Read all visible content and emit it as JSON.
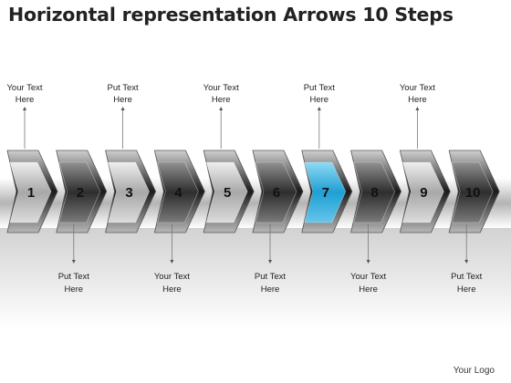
{
  "title": "Horizontal representation Arrows 10 Steps",
  "logo_text": "Your Logo",
  "colors": {
    "highlight": "#2fa8d8",
    "arrow_dark": "#3a3a3a",
    "arrow_light": "#bdbdbd",
    "connector": "#666666"
  },
  "steps": [
    {
      "number": "1",
      "label_line1": "Your Text",
      "label_line2": "Here",
      "label_position": "top",
      "highlight": false
    },
    {
      "number": "2",
      "label_line1": "Put Text",
      "label_line2": "Here",
      "label_position": "bottom",
      "highlight": false
    },
    {
      "number": "3",
      "label_line1": "Put Text",
      "label_line2": "Here",
      "label_position": "top",
      "highlight": false
    },
    {
      "number": "4",
      "label_line1": "Your Text",
      "label_line2": "Here",
      "label_position": "bottom",
      "highlight": false
    },
    {
      "number": "5",
      "label_line1": "Your Text",
      "label_line2": "Here",
      "label_position": "top",
      "highlight": false
    },
    {
      "number": "6",
      "label_line1": "Put Text",
      "label_line2": "Here",
      "label_position": "bottom",
      "highlight": false
    },
    {
      "number": "7",
      "label_line1": "Put Text",
      "label_line2": "Here",
      "label_position": "top",
      "highlight": true
    },
    {
      "number": "8",
      "label_line1": "Your Text",
      "label_line2": "Here",
      "label_position": "bottom",
      "highlight": false
    },
    {
      "number": "9",
      "label_line1": "Your Text",
      "label_line2": "Here",
      "label_position": "top",
      "highlight": false
    },
    {
      "number": "10",
      "label_line1": "Put Text",
      "label_line2": "Here",
      "label_position": "bottom",
      "highlight": false
    }
  ]
}
